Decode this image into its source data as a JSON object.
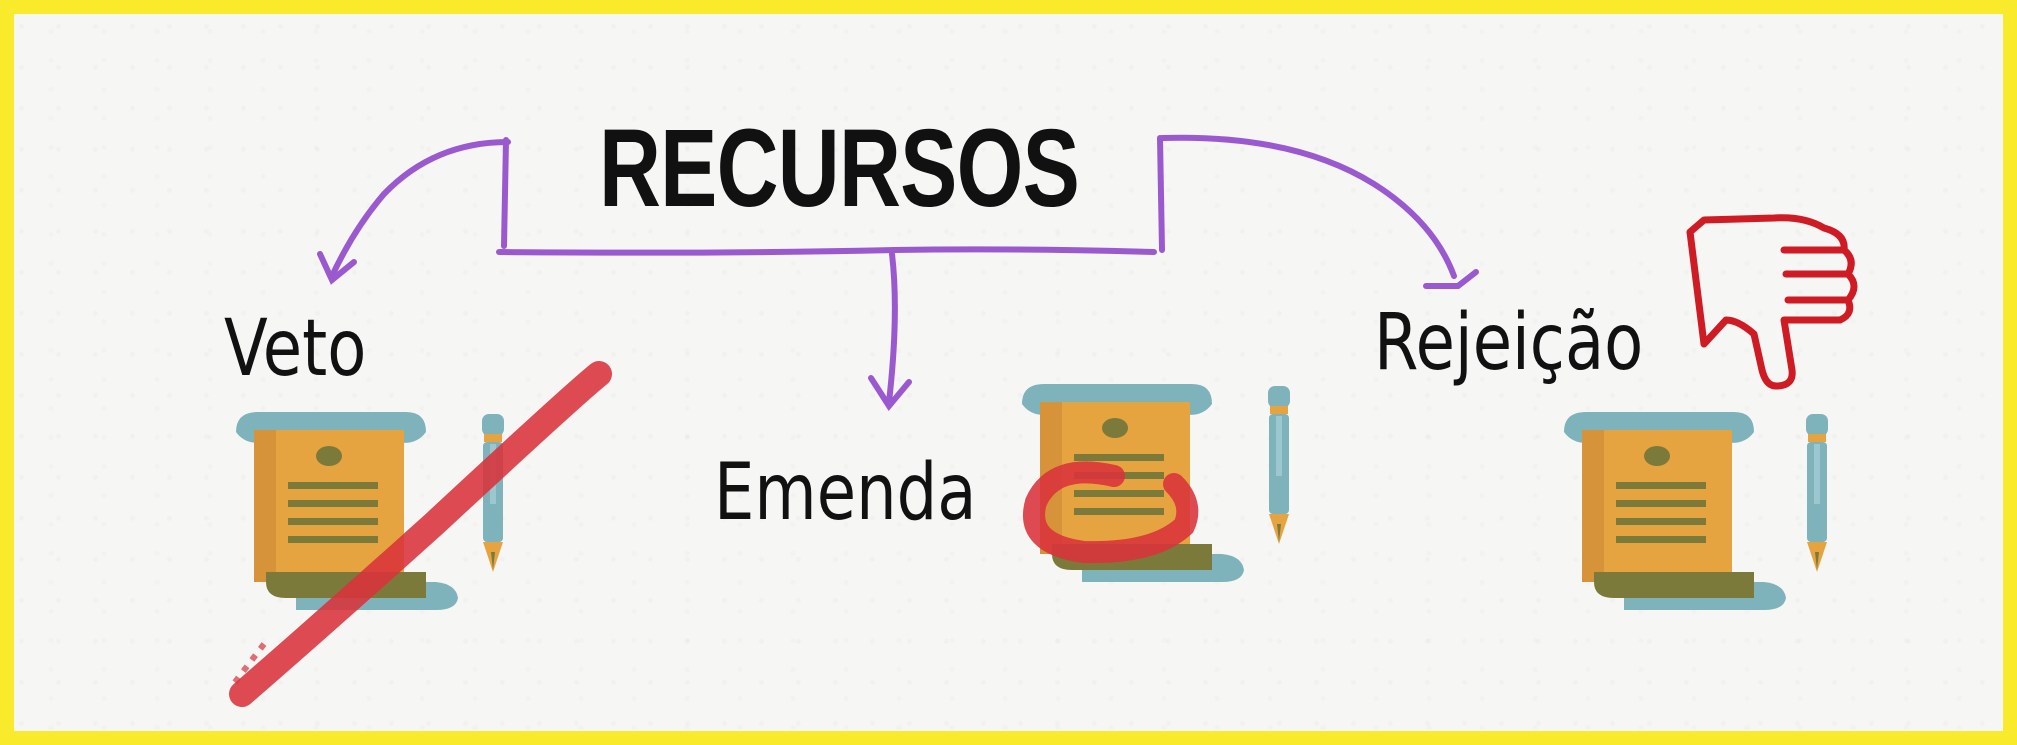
{
  "title": "RECURSOS",
  "branches": [
    {
      "label": "Veto"
    },
    {
      "label": "Emenda"
    },
    {
      "label": "Rejeição"
    }
  ],
  "colors": {
    "frame": "#f9ea2c",
    "background": "#f6f6f5",
    "arrow": "#9b59d0",
    "scroll": "#e6a441",
    "scroll_dark": "#c98a2e",
    "scroll_curl": "#7fb3bc",
    "scroll_lines": "#7b7a3a",
    "pen": "#7fb3bc",
    "veto_slash": "#d9323a",
    "emenda_mark": "#d9323a",
    "thumbs_down": "#cf1b24"
  },
  "icons": [
    "scroll-document-icon",
    "fountain-pen-icon",
    "thumbs-down-icon"
  ]
}
